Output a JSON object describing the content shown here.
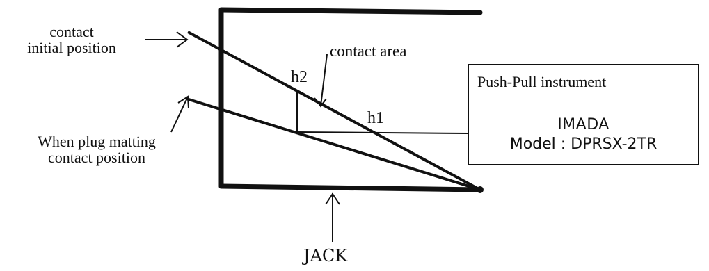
{
  "labels": {
    "contact_initial_line1": "contact",
    "contact_initial_line2": "initial position",
    "contact_area": "contact area",
    "h2": "h2",
    "h1": "h1",
    "plug_matting_line1": "When plug matting",
    "plug_matting_line2": "contact position",
    "jack": "JACK"
  },
  "instrument": {
    "title": "Push-Pull instrument",
    "brand": "IMADA",
    "model": "Model : DPRSX-2TR"
  },
  "colors": {
    "ink": "#111111",
    "background": "#ffffff"
  }
}
